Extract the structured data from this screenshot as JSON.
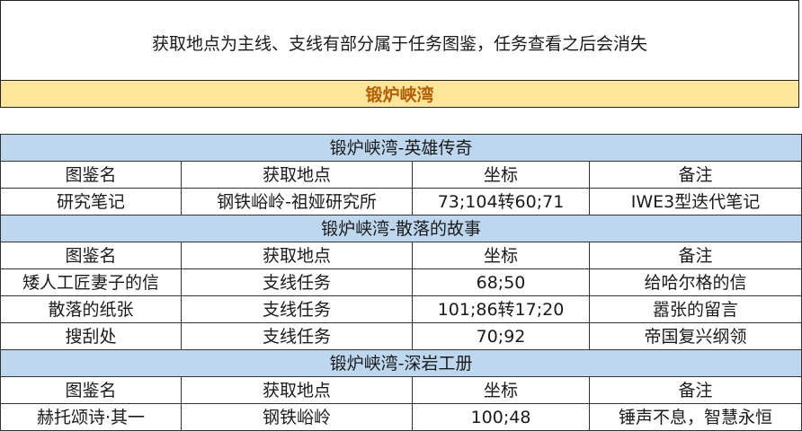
{
  "notice": "获取地点为主线、支线有部分属于任务图鉴，任务查看之后会消失",
  "region_title": "锻炉峡湾",
  "columns": [
    "图鉴名",
    "获取地点",
    "坐标",
    "备注"
  ],
  "sections": [
    {
      "title": "锻炉峡湾-英雄传奇",
      "rows": [
        [
          "研究笔记",
          "钢铁峪岭-祖娅研究所",
          "73;104转60;71",
          "IWE3型迭代笔记"
        ]
      ]
    },
    {
      "title": "锻炉峡湾-散落的故事",
      "rows": [
        [
          "矮人工匠妻子的信",
          "支线任务",
          "68;50",
          "给哈尔格的信"
        ],
        [
          "散落的纸张",
          "支线任务",
          "101;86转17;20",
          "嚣张的留言"
        ],
        [
          "搜刮处",
          "支线任务",
          "70;92",
          "帝国复兴纲领"
        ]
      ]
    },
    {
      "title": "锻炉峡湾-深岩工册",
      "rows": [
        [
          "赫托颂诗·其一",
          "钢铁峪岭",
          "100;48",
          "锤声不息，智慧永恒"
        ]
      ]
    }
  ]
}
